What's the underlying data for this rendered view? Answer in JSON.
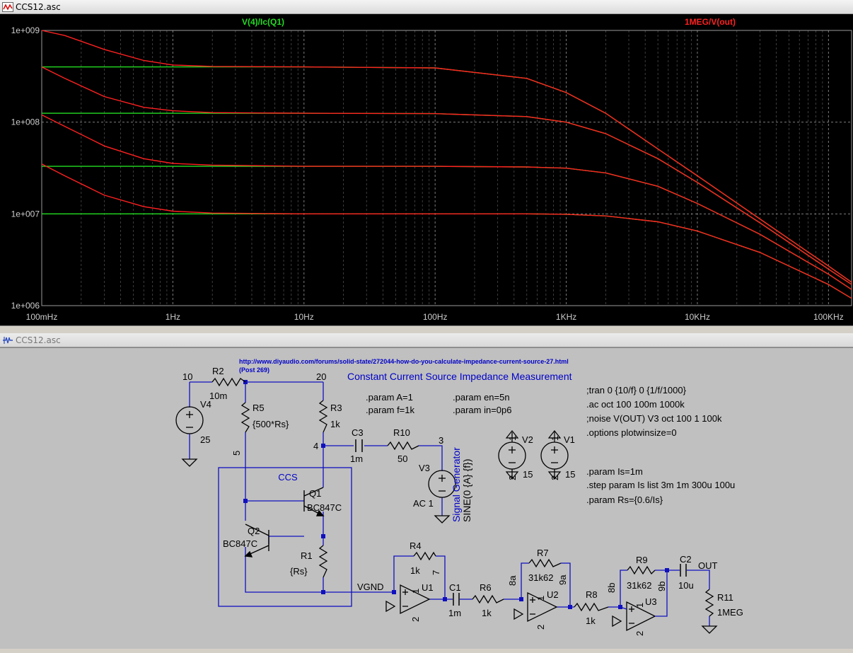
{
  "windows": {
    "plot_title": "CCS12.asc",
    "schematic_title": "CCS12.asc"
  },
  "colors": {
    "plot_background": "#000000",
    "trace_green": "#22dd22",
    "trace_red": "#ff2020",
    "axis_text": "#cccccc",
    "grid": "#8a8a8a",
    "schematic_background": "#c0c0c0",
    "wire": "#1010c0",
    "directive_text": "#000000",
    "comment_text": "#0000c8"
  },
  "chart_data": {
    "type": "line",
    "legend": [
      "V(4)/Ic(Q1)",
      "1MEG/V(out)"
    ],
    "x_scale": "log",
    "y_scale": "log",
    "xlim": [
      0.1,
      150000
    ],
    "ylim": [
      1000000,
      1000000000
    ],
    "x_ticks": [
      "100mHz",
      "1Hz",
      "10Hz",
      "100Hz",
      "1KHz",
      "10KHz",
      "100KHz"
    ],
    "y_ticks": [
      "1e+006",
      "1e+007",
      "1e+008",
      "1e+009"
    ],
    "grid": true,
    "series": [
      {
        "name": "V(4)/Ic(Q1)",
        "color": "#22dd22",
        "x": [
          0.1,
          1,
          10,
          100,
          500,
          1000,
          2000,
          5000,
          10000,
          30000,
          100000,
          150000
        ],
        "y": [
          400000000,
          400000000,
          400000000,
          390000000,
          300000000,
          210000000,
          125000000,
          51000000,
          26000000,
          8800000,
          2700000,
          1800000
        ]
      },
      {
        "name": "V(4)/Ic(Q1)",
        "color": "#22dd22",
        "x": [
          0.1,
          1,
          10,
          100,
          500,
          1000,
          2000,
          5000,
          10000,
          30000,
          100000,
          150000
        ],
        "y": [
          125000000,
          125000000,
          125000000,
          124000000,
          115000000,
          100000000,
          75000000,
          40000000,
          22000000,
          8000000,
          2500000,
          1700000
        ]
      },
      {
        "name": "V(4)/Ic(Q1)",
        "color": "#22dd22",
        "x": [
          0.1,
          1,
          10,
          100,
          500,
          1000,
          2000,
          5000,
          10000,
          30000,
          100000,
          150000
        ],
        "y": [
          33000000,
          33000000,
          33000000,
          33000000,
          32500000,
          31500000,
          28000000,
          20000000,
          13000000,
          6000000,
          2200000,
          1500000
        ]
      },
      {
        "name": "V(4)/Ic(Q1)",
        "color": "#22dd22",
        "x": [
          0.1,
          1,
          10,
          100,
          500,
          1000,
          2000,
          5000,
          10000,
          30000,
          100000,
          150000
        ],
        "y": [
          10000000,
          10000000,
          10000000,
          10000000,
          10000000,
          9900000,
          9500000,
          8200000,
          6500000,
          3800000,
          1700000,
          1200000
        ]
      },
      {
        "name": "1MEG/V(out)",
        "color": "#ff2020",
        "x": [
          0.1,
          0.15,
          0.3,
          0.6,
          1,
          2,
          10,
          100,
          500,
          1000,
          2000,
          5000,
          10000,
          30000,
          100000,
          150000
        ],
        "y": [
          1000000000,
          880000000,
          620000000,
          470000000,
          420000000,
          405000000,
          400000000,
          390000000,
          300000000,
          210000000,
          125000000,
          51000000,
          26000000,
          8800000,
          2700000,
          1800000
        ]
      },
      {
        "name": "1MEG/V(out)",
        "color": "#ff2020",
        "x": [
          0.1,
          0.15,
          0.3,
          0.6,
          1,
          2,
          10,
          100,
          500,
          1000,
          2000,
          5000,
          10000,
          30000,
          100000,
          150000
        ],
        "y": [
          400000000,
          300000000,
          190000000,
          145000000,
          133000000,
          127000000,
          125000000,
          124000000,
          115000000,
          100000000,
          75000000,
          40000000,
          22000000,
          8000000,
          2500000,
          1700000
        ]
      },
      {
        "name": "1MEG/V(out)",
        "color": "#ff2020",
        "x": [
          0.1,
          0.15,
          0.3,
          0.6,
          1,
          2,
          10,
          100,
          500,
          1000,
          2000,
          5000,
          10000,
          30000,
          100000,
          150000
        ],
        "y": [
          120000000,
          90000000,
          55000000,
          40000000,
          35500000,
          34000000,
          33000000,
          33000000,
          32500000,
          31500000,
          28000000,
          20000000,
          13000000,
          6000000,
          2200000,
          1500000
        ]
      },
      {
        "name": "1MEG/V(out)",
        "color": "#ff2020",
        "x": [
          0.1,
          0.15,
          0.3,
          0.6,
          1,
          2,
          10,
          100,
          500,
          1000,
          2000,
          5000,
          10000,
          30000,
          100000,
          150000
        ],
        "y": [
          35000000,
          26000000,
          16000000,
          12000000,
          10700000,
          10200000,
          10000000,
          10000000,
          10000000,
          9900000,
          9500000,
          8200000,
          6500000,
          3800000,
          1700000,
          1200000
        ]
      }
    ]
  },
  "schematic": {
    "url": "http://www.diyaudio.com/forums/solid-state/272044-how-do-you-calculate-impedance-current-source-27.html",
    "post": "(Post 269)",
    "heading": "Constant Current Source Impedance Measurement",
    "params": {
      "a": ".param A=1",
      "f": ".param f=1k",
      "en": ".param en=5n",
      "in": ".param in=0p6",
      "is": ".param Is=1m",
      "step": ".step param Is list 3m 1m 300u 100u",
      "rs": ".param Rs={0.6/Is}"
    },
    "directives": {
      "tran": ";tran 0 {10/f} 0 {1/f/1000}",
      "ac": ".ac oct 100 100m 1000k",
      "noise": ";noise V(OUT) V3 oct 100 1 100k",
      "options": ".options plotwinsize=0"
    },
    "ccs_label": "CCS",
    "signal_generator_label": "Signal Generator",
    "components": {
      "r2": {
        "name": "R2",
        "value": "10m"
      },
      "r3": {
        "name": "R3",
        "value": "1k"
      },
      "r5": {
        "name": "R5",
        "value": "{500*Rs}"
      },
      "r1": {
        "name": "R1",
        "value": "{Rs}"
      },
      "r10": {
        "name": "R10",
        "value": "50"
      },
      "c3": {
        "name": "C3",
        "value": "1m"
      },
      "v4": {
        "name": "V4",
        "value": "25"
      },
      "v3": {
        "name": "V3",
        "value": "AC 1",
        "func": "SINE(0 {A} {f})"
      },
      "v2": {
        "name": "V2",
        "value": "15",
        "pin_plus": "1",
        "pin_minus": "2"
      },
      "v1": {
        "name": "V1",
        "value": "15",
        "pin_plus": "1",
        "pin_minus": "2"
      },
      "q1": {
        "name": "Q1",
        "model": "BC847C"
      },
      "q2": {
        "name": "Q2",
        "model": "BC847C"
      },
      "r4": {
        "name": "R4",
        "value": "1k"
      },
      "u1": {
        "name": "U1"
      },
      "c1": {
        "name": "C1",
        "value": "1m"
      },
      "r6": {
        "name": "R6",
        "value": "1k"
      },
      "r7": {
        "name": "R7",
        "value": "31k62"
      },
      "u2": {
        "name": "U2"
      },
      "r8": {
        "name": "R8",
        "value": "1k"
      },
      "r9": {
        "name": "R9",
        "value": "31k62"
      },
      "u3": {
        "name": "U3"
      },
      "c2": {
        "name": "C2",
        "value": "10u"
      },
      "r11": {
        "name": "R11",
        "value": "1MEG"
      }
    },
    "nets": {
      "n10": "10",
      "n20": "20",
      "n5": "5",
      "n4": "4",
      "n3": "3",
      "n7": "7",
      "n8a": "8a",
      "n9a": "9a",
      "n8b": "8b",
      "n9b": "9b",
      "vgnd": "VGND",
      "out": "OUT"
    },
    "opamp_pins": {
      "one": "1",
      "two": "2"
    }
  }
}
